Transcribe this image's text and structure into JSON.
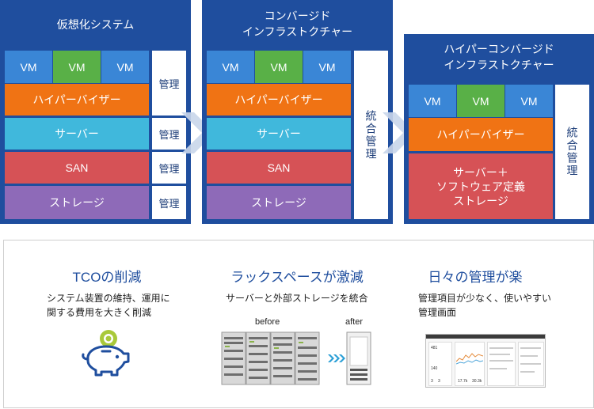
{
  "panels": [
    {
      "title": "仮想化システム",
      "vm": [
        "VM",
        "VM",
        "VM"
      ],
      "hypervisor": "ハイパーバイザー",
      "server": "サーバー",
      "san": "SAN",
      "storage": "ストレージ",
      "mgmt": [
        "管理",
        "管理",
        "管理",
        "管理"
      ]
    },
    {
      "title": "コンバージド\nインフラストクチャー",
      "vm": [
        "VM",
        "VM",
        "VM"
      ],
      "hypervisor": "ハイパーバイザー",
      "server": "サーバー",
      "san": "SAN",
      "storage": "ストレージ",
      "mgmt": "統合管理"
    },
    {
      "title": "ハイパーコンバージド\nインフラストクチャー",
      "vm": [
        "VM",
        "VM",
        "VM"
      ],
      "hypervisor": "ハイパーバイザー",
      "combined": "サーバー＋\nソフトウェア定義\nストレージ",
      "mgmt": "統合管理"
    }
  ],
  "benefits": [
    {
      "title": "TCOの削減",
      "desc": "システム装置の維持、運用に\n関する費用を大きく削減",
      "icon": "piggy-bank-coin-icon"
    },
    {
      "title": "ラックスペースが激減",
      "desc": "サーバーと外部ストレージを統合",
      "before": "before",
      "after": "after",
      "icon": "server-rack-icon"
    },
    {
      "title": "日々の管理が楽",
      "desc": "管理項目が少なく、使いやすい\n管理画面",
      "icon": "dashboard-screenshot-icon"
    }
  ],
  "dashboard": {
    "values": [
      "481",
      "140",
      "3",
      "3",
      "17.7k",
      "30.3k"
    ]
  },
  "colors": {
    "panel": "#1f4e9e",
    "vm": "#3a86d6",
    "vm_highlight": "#59b047",
    "hypervisor": "#f07314",
    "server": "#40b8dc",
    "san": "#d65256",
    "storage": "#8e6ab8",
    "accent": "#1f4e9e"
  }
}
